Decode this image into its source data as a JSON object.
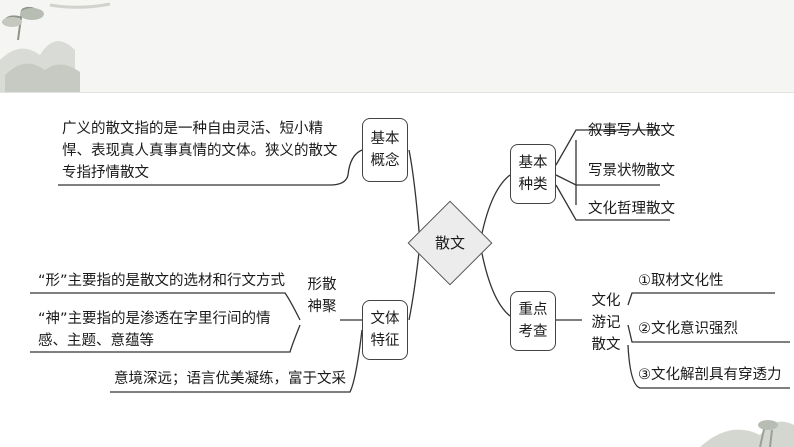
{
  "center": "散文",
  "left_top": {
    "node": "基本\n概念",
    "text": "广义的散文指的是一种自由灵活、短小精悍、表现真人真事真情的文体。狭义的散文专指抒情散文"
  },
  "left_bottom": {
    "node": "文体\n特征",
    "mid_label": "形散\n神聚",
    "items": [
      "“形”主要指的是散文的选材和行文方式",
      "“神”主要指的是渗透在字里行间的情感、主题、意蕴等",
      "意境深远；语言优美凝练，富于文采"
    ]
  },
  "right_top": {
    "node": "基本\n种类",
    "items": [
      "叙事写人散文",
      "写景状物散文",
      "文化哲理散文"
    ]
  },
  "right_bottom": {
    "node": "重点\n考查",
    "mid_label": "文化\n游记\n散文",
    "items": [
      "①取材文化性",
      "②文化意识强烈",
      "③文化解剖具有穿透力"
    ]
  }
}
